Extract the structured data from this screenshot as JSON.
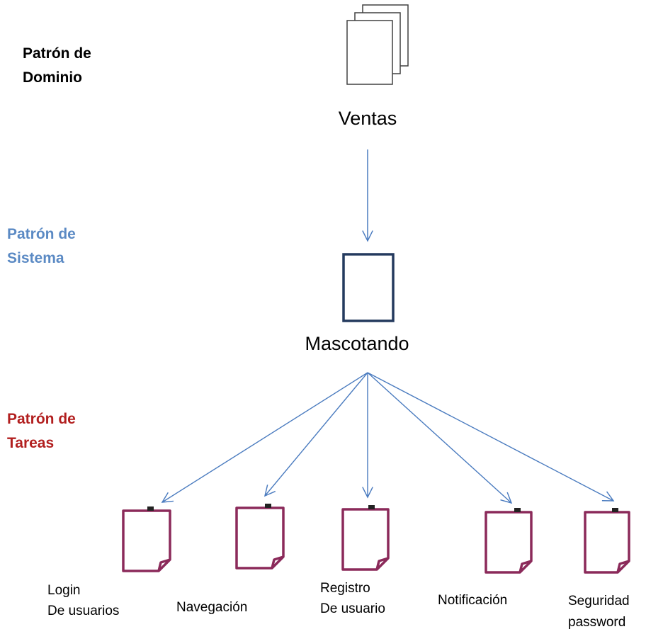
{
  "levels": {
    "domain": {
      "line1": "Patrón de",
      "line2": "Dominio",
      "color": "#000000"
    },
    "system": {
      "line1": "Patrón de",
      "line2": "Sistema",
      "color": "#5b8ac4"
    },
    "tasks": {
      "line1": "Patrón de",
      "line2": "Tareas",
      "color": "#b21f1f"
    }
  },
  "nodes": {
    "domain": {
      "label": "Ventas",
      "icon": "stacked-pages-icon"
    },
    "system": {
      "label": "Mascotando",
      "icon": "page-icon"
    }
  },
  "tasks": [
    {
      "line1": "Login",
      "line2": "De usuarios",
      "icon": "note-page-icon"
    },
    {
      "line1": "Navegación",
      "line2": "",
      "icon": "note-page-icon"
    },
    {
      "line1": "Registro",
      "line2": "De usuario",
      "icon": "note-page-icon"
    },
    {
      "line1": "Notificación",
      "line2": "",
      "icon": "note-page-icon"
    },
    {
      "line1": "Seguridad",
      "line2": "password",
      "icon": "note-page-icon"
    }
  ],
  "colors": {
    "arrow": "#4a7bbf",
    "system_box": "#243a5e",
    "task_icon": "#8b2a5a"
  }
}
